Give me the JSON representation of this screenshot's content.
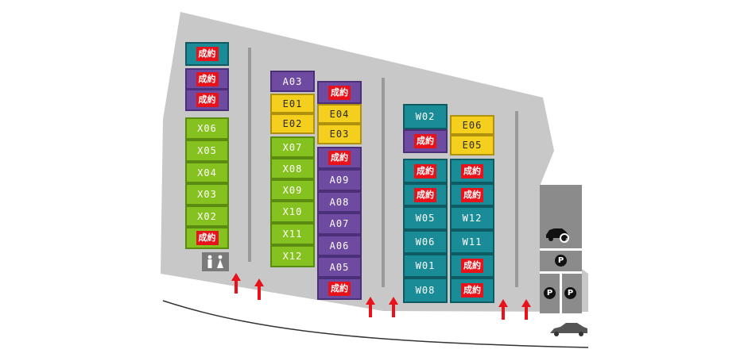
{
  "title": "",
  "colors": {
    "ground": "#c8c8c8",
    "aisle": "#9a9a9a",
    "sold": "#e8121b",
    "arrow": "#e8121b",
    "teal": "#1a8c98",
    "green": "#86c21f",
    "purple": "#6f4aa1",
    "yellow": "#f5cf1d"
  },
  "sold_label": "成約",
  "legend": {
    "parking_symbol": "P",
    "restroom_icon": "restroom-icon",
    "car_service_icon": "car-service-icon",
    "car_icon": "car-icon",
    "entrance_arrow_icon": "up-arrow-icon",
    "entrance_arrow_count": 6
  },
  "blocks": [
    {
      "name": "block-1",
      "lots": [
        {
          "label": "",
          "color": "teal",
          "sold": true
        },
        {
          "label": "",
          "color": "purple",
          "sold": true
        },
        {
          "label": "",
          "color": "purple",
          "sold": true
        },
        {
          "label": "X06",
          "color": "green",
          "sold": false
        },
        {
          "label": "X05",
          "color": "green",
          "sold": false
        },
        {
          "label": "X04",
          "color": "green",
          "sold": false
        },
        {
          "label": "X03",
          "color": "green",
          "sold": false
        },
        {
          "label": "X02",
          "color": "green",
          "sold": false
        },
        {
          "label": "",
          "color": "green",
          "sold": true
        }
      ]
    },
    {
      "name": "block-2",
      "lots": [
        {
          "label": "A03",
          "color": "purple",
          "sold": false
        },
        {
          "label": "E01",
          "color": "yellow",
          "sold": false
        },
        {
          "label": "E02",
          "color": "yellow",
          "sold": false
        },
        {
          "label": "X07",
          "color": "green",
          "sold": false
        },
        {
          "label": "X08",
          "color": "green",
          "sold": false
        },
        {
          "label": "X09",
          "color": "green",
          "sold": false
        },
        {
          "label": "X10",
          "color": "green",
          "sold": false
        },
        {
          "label": "X11",
          "color": "green",
          "sold": false
        },
        {
          "label": "X12",
          "color": "green",
          "sold": false
        }
      ]
    },
    {
      "name": "block-3",
      "lots": [
        {
          "label": "",
          "color": "purple",
          "sold": true
        },
        {
          "label": "E04",
          "color": "yellow",
          "sold": false
        },
        {
          "label": "E03",
          "color": "yellow",
          "sold": false
        },
        {
          "label": "",
          "color": "purple",
          "sold": true
        },
        {
          "label": "A09",
          "color": "purple",
          "sold": false
        },
        {
          "label": "A08",
          "color": "purple",
          "sold": false
        },
        {
          "label": "A07",
          "color": "purple",
          "sold": false
        },
        {
          "label": "A06",
          "color": "purple",
          "sold": false
        },
        {
          "label": "A05",
          "color": "purple",
          "sold": false
        },
        {
          "label": "",
          "color": "purple",
          "sold": true
        }
      ]
    },
    {
      "name": "block-4",
      "lots": [
        {
          "label": "W02",
          "color": "teal",
          "sold": false
        },
        {
          "label": "",
          "color": "purple",
          "sold": true
        },
        {
          "label": "",
          "color": "teal",
          "sold": true
        },
        {
          "label": "",
          "color": "teal",
          "sold": true
        },
        {
          "label": "W05",
          "color": "teal",
          "sold": false
        },
        {
          "label": "W06",
          "color": "teal",
          "sold": false
        },
        {
          "label": "W01",
          "color": "teal",
          "sold": false
        },
        {
          "label": "W08",
          "color": "teal",
          "sold": false
        }
      ]
    },
    {
      "name": "block-5",
      "lots": [
        {
          "label": "E06",
          "color": "yellow",
          "sold": false
        },
        {
          "label": "E05",
          "color": "yellow",
          "sold": false
        },
        {
          "label": "",
          "color": "teal",
          "sold": true
        },
        {
          "label": "",
          "color": "teal",
          "sold": true
        },
        {
          "label": "W12",
          "color": "teal",
          "sold": false
        },
        {
          "label": "W11",
          "color": "teal",
          "sold": false
        },
        {
          "label": "",
          "color": "teal",
          "sold": true
        },
        {
          "label": "",
          "color": "teal",
          "sold": true
        }
      ]
    }
  ]
}
